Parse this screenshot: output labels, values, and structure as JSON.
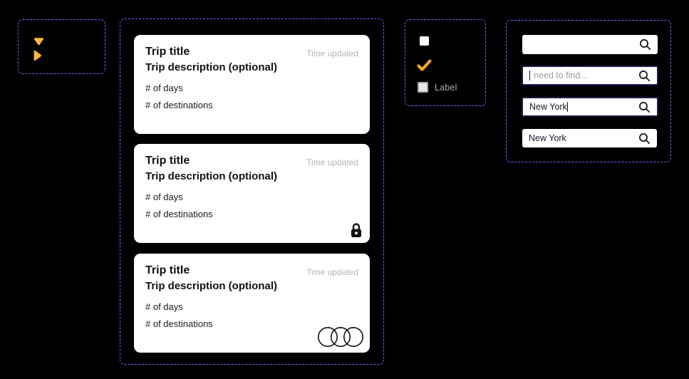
{
  "colors": {
    "background": "#000000",
    "frame_border": "#7B61FF",
    "accent_orange": "#F9AE3B",
    "card_background": "#FFFFFF",
    "muted_text": "#B3B3B3",
    "input_focus_border": "#1E1E4A",
    "placeholder_text": "#9C9C9C"
  },
  "icons": {
    "caret_down": "caret-down-icon",
    "caret_right": "caret-right-icon",
    "white_square": "square-icon",
    "check": "check-icon",
    "checkbox": "checkbox-icon",
    "lock": "lock-icon",
    "avatars": "overlapping-circles-icon",
    "search": "search-icon"
  },
  "trip_cards": {
    "cards": [
      {
        "title": "Trip title",
        "description": "Trip description (optional)",
        "days": "# of days",
        "destinations": "# of destinations",
        "time_updated": "Time updated",
        "badge": ""
      },
      {
        "title": "Trip title",
        "description": "Trip description (optional)",
        "days": "# of days",
        "destinations": "# of destinations",
        "time_updated": "Time updated",
        "badge": "lock"
      },
      {
        "title": "Trip title",
        "description": "Trip description (optional)",
        "days": "# of days",
        "destinations": "# of destinations",
        "time_updated": "Time updated",
        "badge": "avatar-group"
      }
    ]
  },
  "checkbox_group": {
    "label": "Label"
  },
  "search_group": {
    "inputs": [
      {
        "state": "default",
        "value": "",
        "placeholder": ""
      },
      {
        "state": "focused-empty",
        "value": "",
        "placeholder": "need to find..."
      },
      {
        "state": "focused-typed",
        "value": "New York",
        "placeholder": ""
      },
      {
        "state": "filled",
        "value": "New York",
        "placeholder": ""
      }
    ]
  }
}
